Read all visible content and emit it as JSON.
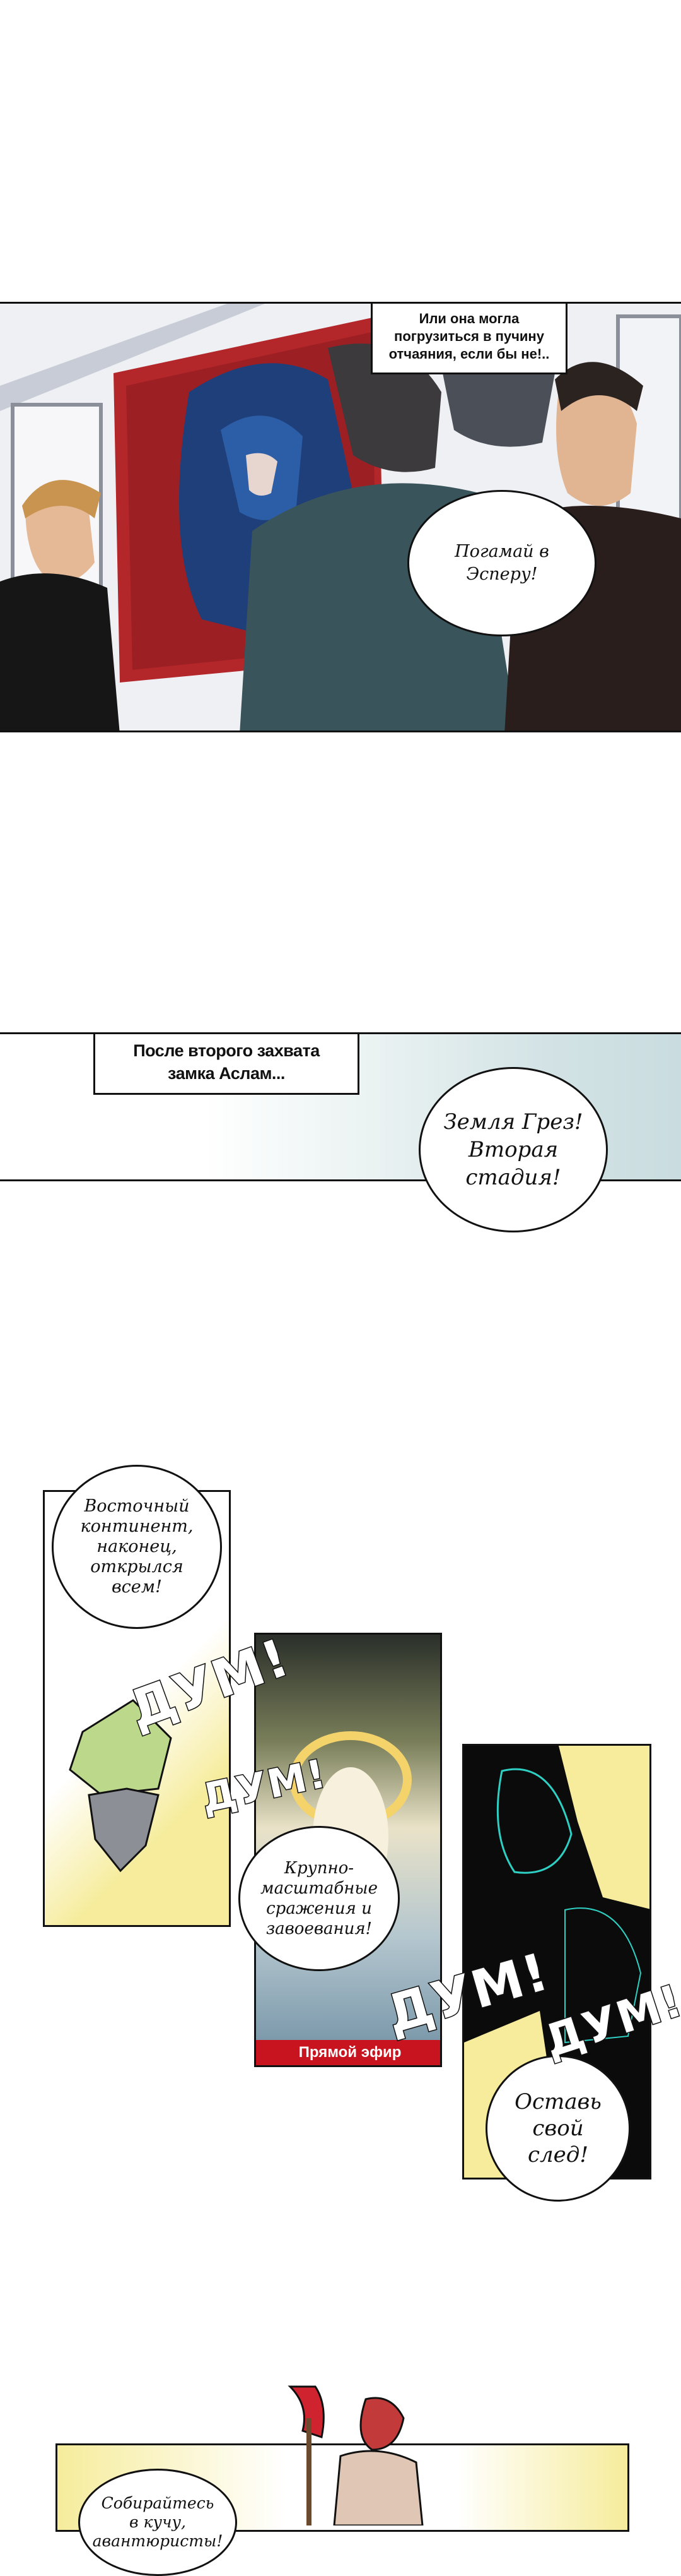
{
  "panel1": {
    "caption": "Или она могла\nпогрузиться в пучину\nотчаяния, если бы не!..",
    "bubble": "Погамай в\nЭсперу!"
  },
  "panel2": {
    "caption": "После второго захвата\nзамка Аслам...",
    "bubble": "Земля Грез!\nВторая\nстадия!"
  },
  "panel3": {
    "bubble": "Восточный\nконтинент,\nнаконец,\nоткрылся\nвсем!"
  },
  "panel4": {
    "bubble": "Крупно-\nмасштабные\nсражения и\nзавоевания!",
    "live_label": "Прямой эфир"
  },
  "panel5": {
    "bubble": "Оставь\nсвой\nслед!"
  },
  "panel6": {
    "bubble": "Собирайтесь\nв кучу,\nавантюристы!"
  },
  "sfx": [
    "ДУМ!",
    "ДУМ!",
    "ДУМ!",
    "ДУМ!"
  ],
  "colors": {
    "accent_yellow": "#f6ec9c",
    "live_red": "#c8141e",
    "ink": "#111111"
  }
}
